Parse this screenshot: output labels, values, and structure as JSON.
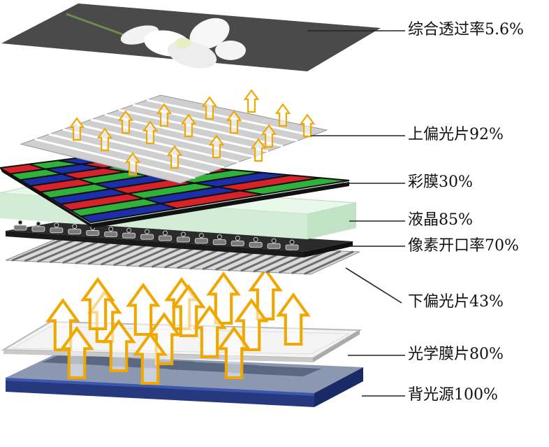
{
  "layers": [
    {
      "id": "composite",
      "label": "综合透过率5.6%"
    },
    {
      "id": "upper-polarizer",
      "label": "上偏光片92%"
    },
    {
      "id": "color-filter",
      "label": "彩膜30%"
    },
    {
      "id": "liquid-crystal",
      "label": "液晶85%"
    },
    {
      "id": "aperture",
      "label": "像素开口率70%"
    },
    {
      "id": "lower-polarizer",
      "label": "下偏光片43%"
    },
    {
      "id": "optical-film",
      "label": "光学膜片80%"
    },
    {
      "id": "backlight",
      "label": "背光源100%"
    }
  ],
  "colors": {
    "red": "#d8222a",
    "green": "#2fb13a",
    "blue": "#1c2fa8",
    "arrow": "#f0a800",
    "backlight": "#2a3f8c",
    "lc": "#d8f2dc"
  }
}
